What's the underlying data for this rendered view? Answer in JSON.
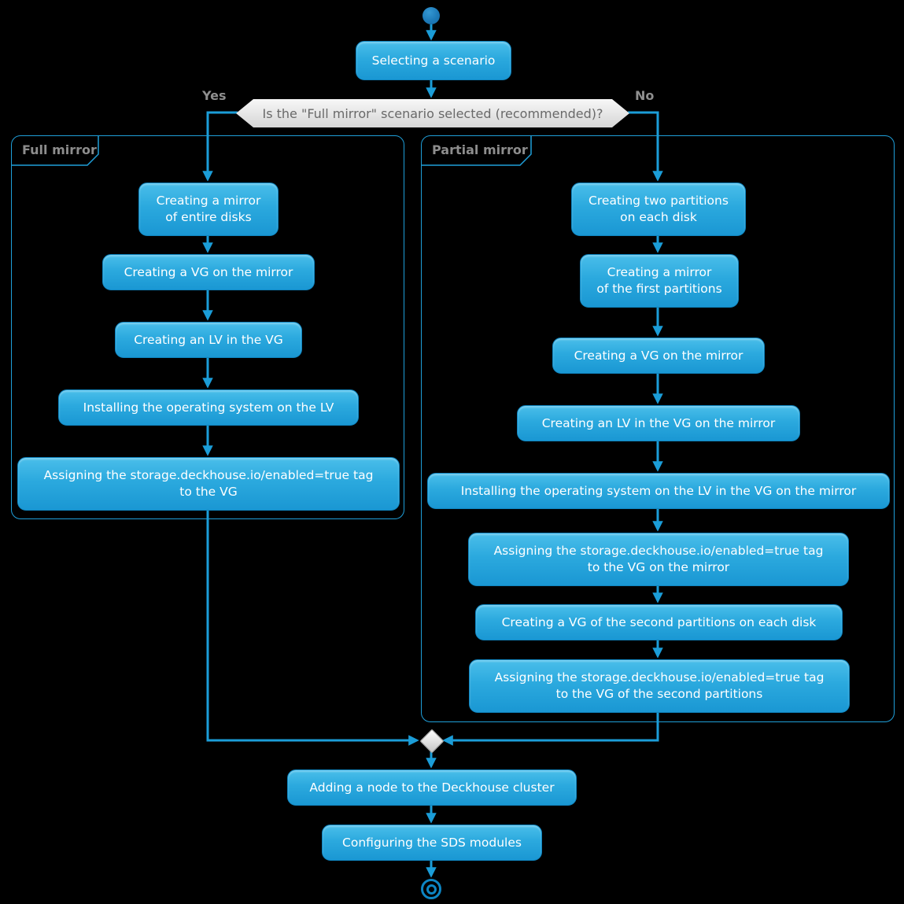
{
  "background": "#000000",
  "colors": {
    "accent_blue": "#1b9dd8",
    "node_gradient_top": "#4abeea",
    "node_gradient_bottom": "#1a97d3",
    "node_border": "#0f85c0",
    "frame_border": "#1f9fd9",
    "decision_fill": "#e9e9e9",
    "decision_text": "#696969",
    "edge_label_gray": "#8f8f8f",
    "frame_label_gray": "#8d8d8d",
    "node_text": "#ffffff"
  },
  "nodes": {
    "selecting_scenario": "Selecting a scenario",
    "decision_question": "Is the \"Full mirror\" scenario selected (recommended)?",
    "yes_label": "Yes",
    "no_label": "No",
    "adding_node": "Adding a node to the Deckhouse cluster",
    "configuring_sds": "Configuring the SDS modules"
  },
  "frames": {
    "full_mirror": {
      "label": "Full mirror",
      "steps": [
        "Creating a mirror\nof entire disks",
        "Creating a VG on the mirror",
        "Creating an LV in the VG",
        "Installing the operating system on the LV",
        "Assigning the storage.deckhouse.io/enabled=true tag\nto the VG"
      ]
    },
    "partial_mirror": {
      "label": "Partial mirror",
      "steps": [
        "Creating two partitions\non each disk",
        "Creating a mirror\nof the first partitions",
        "Creating a VG on the mirror",
        "Creating an LV in the VG on the mirror",
        "Installing the operating system on the LV in the VG on the mirror",
        "Assigning the storage.deckhouse.io/enabled=true tag\nto the VG on the mirror",
        "Creating a VG of the second partitions on each disk",
        "Assigning the storage.deckhouse.io/enabled=true tag\nto the VG of the second partitions"
      ]
    }
  }
}
